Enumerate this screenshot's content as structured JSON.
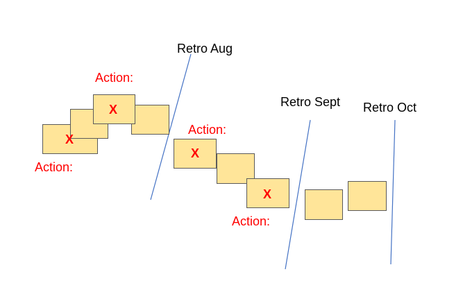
{
  "retro_labels": {
    "aug": "Retro Aug",
    "sept": "Retro Sept",
    "oct": "Retro Oct"
  },
  "action_label": "Action:",
  "mark": "X",
  "colors": {
    "box_fill": "#ffe599",
    "box_border": "#5a5a5a",
    "divider": "#4472c4",
    "action_text": "#ff0000",
    "retro_text": "#000000"
  }
}
